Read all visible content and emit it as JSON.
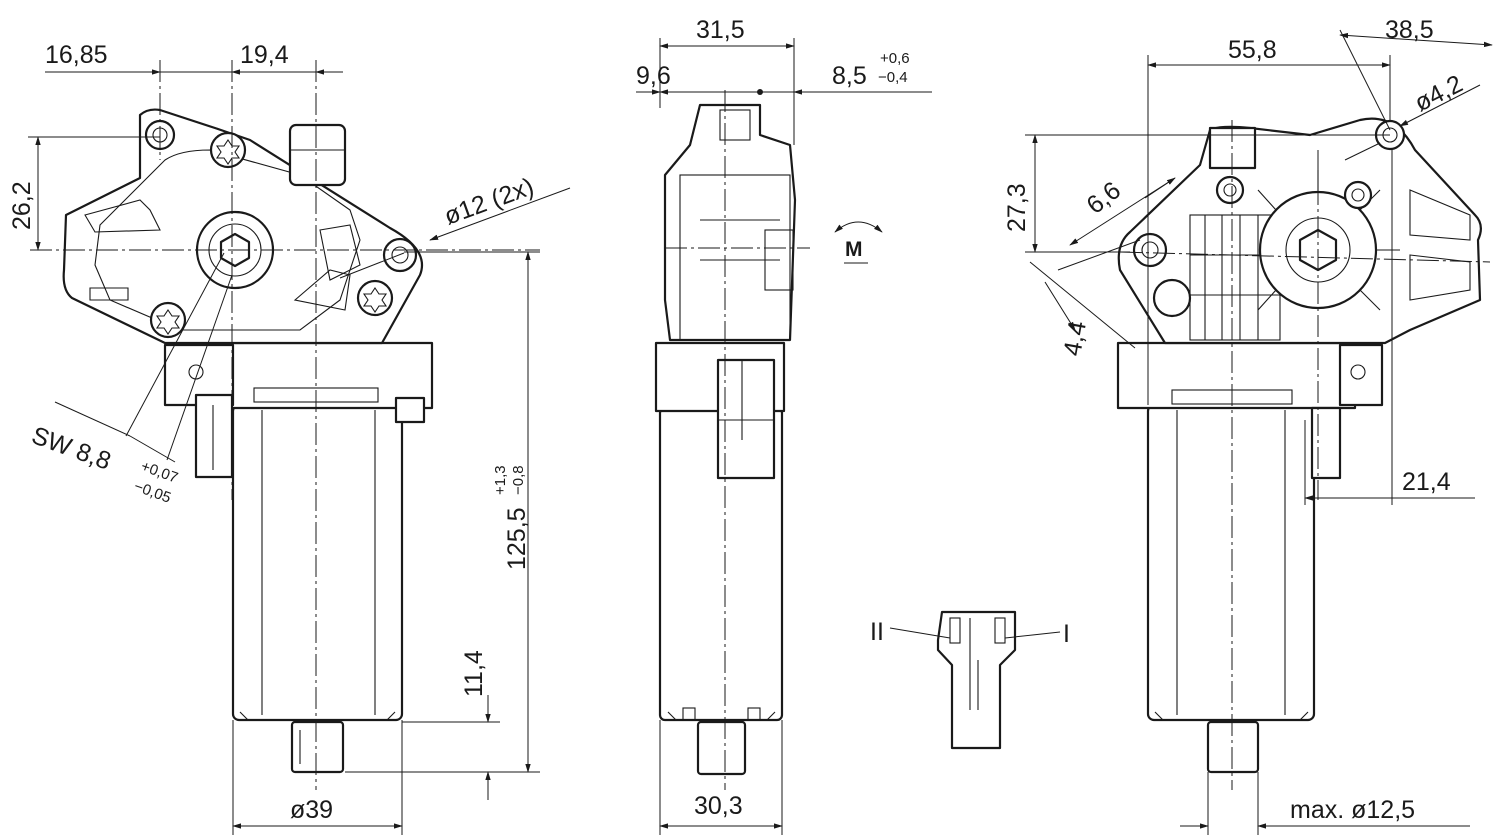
{
  "drawing": {
    "front_view": {
      "dims": {
        "d1": "16,85",
        "d2": "19,4",
        "d3": "26,2",
        "hole": "ø12 (2x)",
        "sw_main": "SW 8,8",
        "sw_tol_upper": "+0,07",
        "sw_tol_lower": "−0,05",
        "length_main": "125,5",
        "length_tol_upper": "+1,3",
        "length_tol_lower": "−0,8",
        "shaft": "11,4",
        "diameter": "ø39"
      }
    },
    "side_view": {
      "dims": {
        "top": "31,5",
        "left": "9,6",
        "right_main": "8,5",
        "right_tol_upper": "+0,6",
        "right_tol_lower": "−0,4",
        "bottom": "30,3"
      },
      "rotation_label": "M"
    },
    "connector": {
      "pin_left": "II",
      "pin_right": "I"
    },
    "rear_view": {
      "dims": {
        "top_right": "38,5",
        "top": "55,8",
        "hole": "ø4,2",
        "left_height": "27,3",
        "angle_offset": "6,6",
        "small": "4,4",
        "right_offset": "21,4",
        "max_diameter": "max. ø12,5"
      }
    }
  }
}
